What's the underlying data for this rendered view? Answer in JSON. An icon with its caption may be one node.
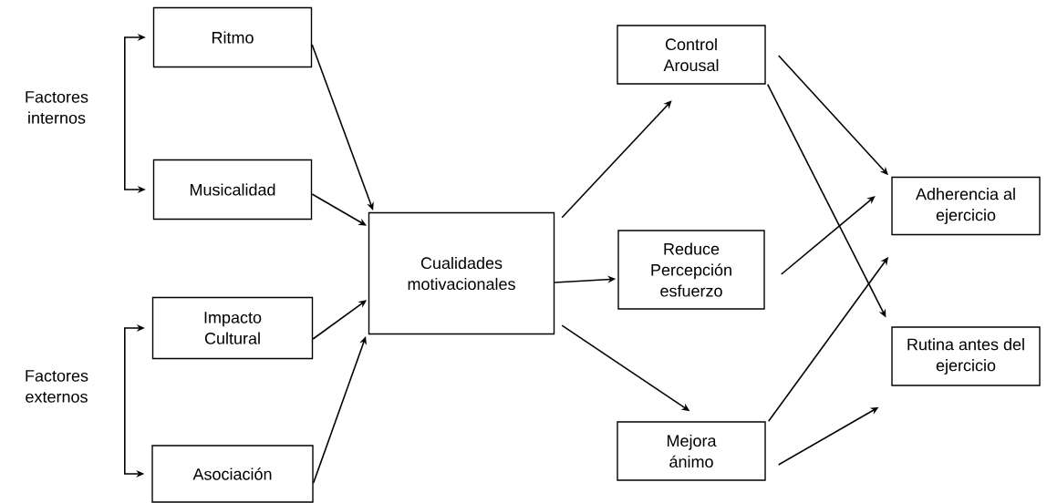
{
  "diagram": {
    "nodes": [
      {
        "text": [
          "Factores internos"
        ]
      },
      {
        "text": [
          "Ritmo"
        ]
      },
      {
        "text": [
          "Musicalidad"
        ]
      },
      {
        "text": [
          "Factores externos"
        ]
      },
      {
        "text": [
          "Impacto Cultural"
        ]
      },
      {
        "text": [
          "Asociación"
        ]
      },
      {
        "text": [
          "Cualidades motivacionales"
        ]
      },
      {
        "text": [
          "Control Arousal"
        ]
      },
      {
        "text": [
          "Reduce Percepción esfuerzo"
        ]
      },
      {
        "text": [
          "Mejora ánimo"
        ]
      },
      {
        "text": [
          "Adherencia al ejercicio"
        ]
      },
      {
        "text": [
          "Rutina antes del ejercicio"
        ]
      }
    ],
    "edges": [
      {
        "from": 0,
        "to": 1,
        "arrow": "to"
      },
      {
        "from": 0,
        "to": 2,
        "arrow": "to"
      },
      {
        "from": 3,
        "to": 4,
        "arrow": "to"
      },
      {
        "from": 3,
        "to": 5,
        "arrow": "to"
      },
      {
        "from": 1,
        "to": 6,
        "arrow": "to"
      },
      {
        "from": 2,
        "to": 6,
        "arrow": "to"
      },
      {
        "from": 4,
        "to": 6,
        "arrow": "to"
      },
      {
        "from": 5,
        "to": 6,
        "arrow": "to"
      },
      {
        "from": 6,
        "to": 7,
        "arrow": "to"
      },
      {
        "from": 6,
        "to": 8,
        "arrow": "to"
      },
      {
        "from": 6,
        "to": 9,
        "arrow": "to"
      },
      {
        "from": 7,
        "to": 10,
        "arrow": "to"
      },
      {
        "from": 7,
        "to": 11,
        "arrow": "to"
      },
      {
        "from": 8,
        "to": 10,
        "arrow": "to"
      },
      {
        "from": 9,
        "to": 10,
        "arrow": "to"
      },
      {
        "from": 9,
        "to": 11,
        "arrow": "to"
      }
    ]
  }
}
